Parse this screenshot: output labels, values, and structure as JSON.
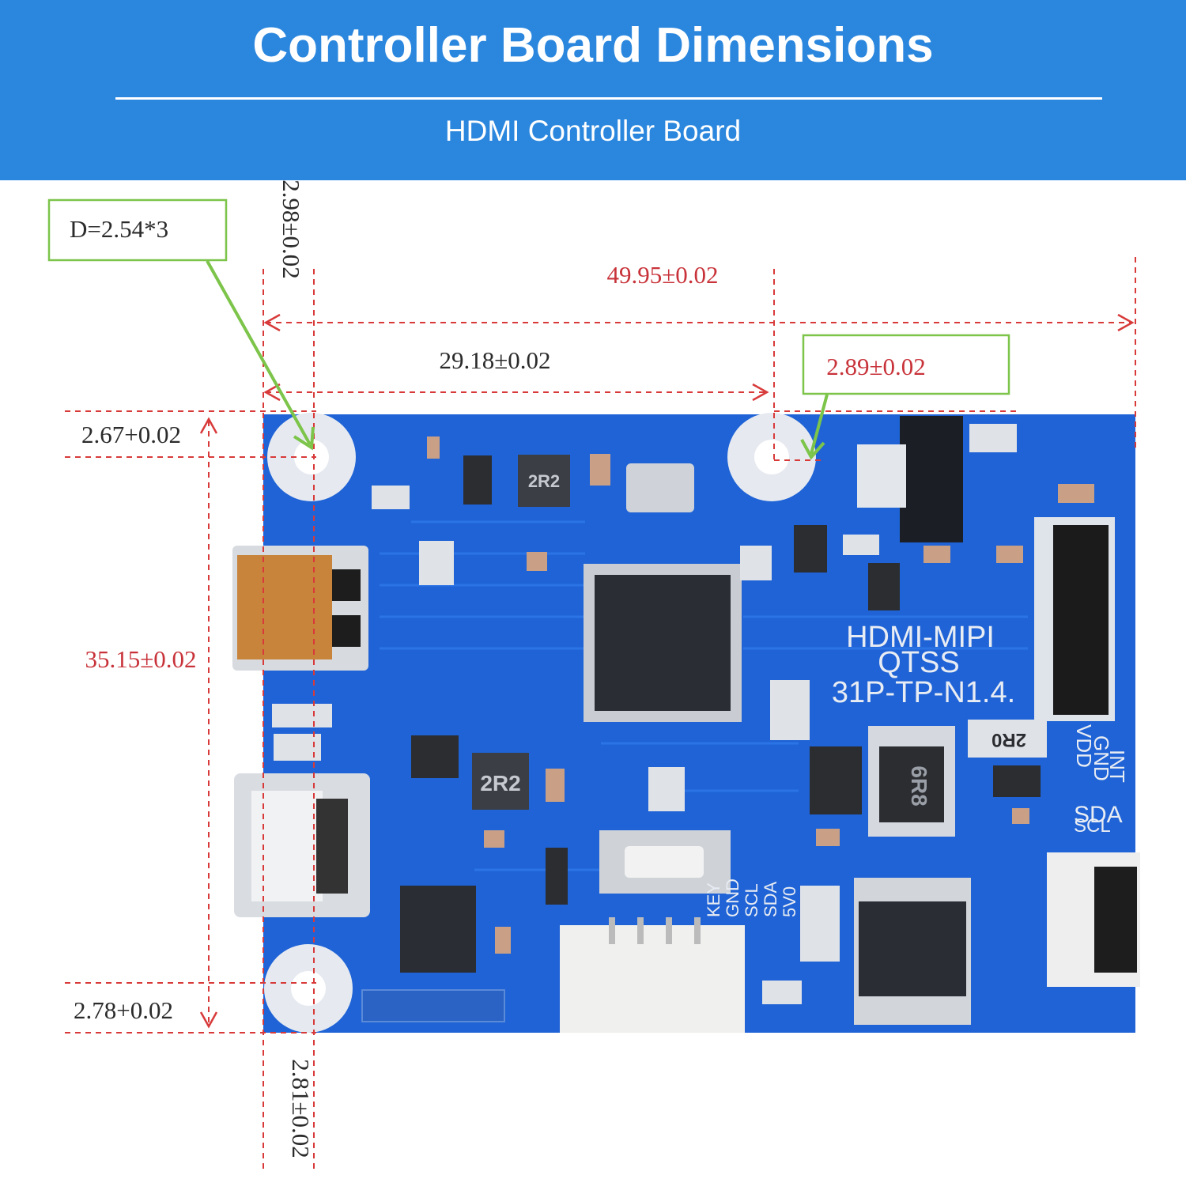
{
  "header": {
    "title": "Controller Board Dimensions",
    "subtitle": "HDMI Controller Board"
  },
  "dimensions": {
    "hole_diameter": "D=2.54*3",
    "top_left_hole_offset_x": "2.98±0.02",
    "overall_width": "49.95±0.02",
    "hole_spacing_x": "29.18±0.02",
    "right_hole_offset": "2.89±0.02",
    "top_hole_offset_y": "2.67+0.02",
    "overall_height": "35.15±0.02",
    "bottom_hole_offset_y": "2.78+0.02",
    "bottom_left_hole_offset_x": "2.81±0.02"
  },
  "board_silkscreen": {
    "line1": "HDMI-MIPI",
    "line2": "QTSS",
    "line3": "31P-TP-N1.4.",
    "inductor_a": "2R2",
    "inductor_b": "6R8",
    "resistor_marking": "2R0",
    "pins": [
      "VDD",
      "GND",
      "INT",
      "SDA",
      "SCL"
    ],
    "key_pins": [
      "KEY",
      "GND",
      "SCL",
      "SDA",
      "5V0"
    ]
  },
  "colors": {
    "header_bg": "#2b87de",
    "board_blue": "#1f63d6",
    "dimension_red": "#d83a3a",
    "callout_green": "#7cc44a"
  }
}
